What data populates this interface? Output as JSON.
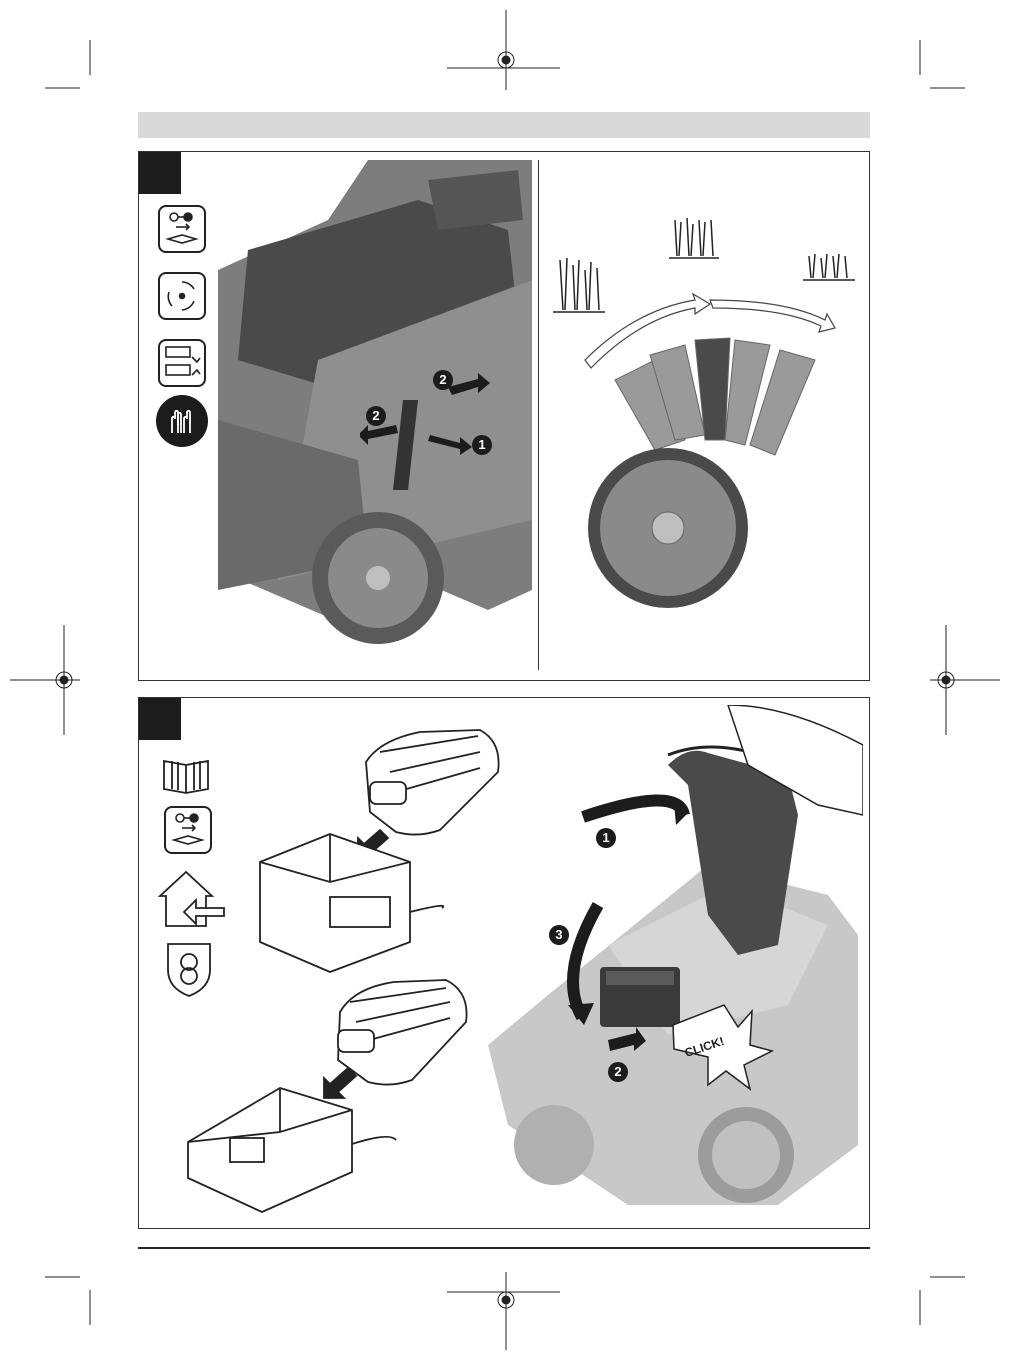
{
  "figure1": {
    "step_labels": [
      "2",
      "2",
      "1"
    ]
  },
  "figure2": {
    "step_labels": [
      "1",
      "3",
      "2"
    ],
    "click_text": "CLICK!"
  },
  "icons": {
    "fig1": [
      "key-manual-icon",
      "blade-rotation-icon",
      "height-adjust-icon",
      "gloves-icon"
    ],
    "fig2": [
      "manual-book-icon",
      "key-manual-icon",
      "indoor-house-icon",
      "protection-shield-icon"
    ]
  },
  "colors": {
    "header_band": "#d9d9d9",
    "mower_body": "#8a8a8a",
    "mower_dark": "#4a4a4a",
    "tab": "#1c1c1c"
  }
}
